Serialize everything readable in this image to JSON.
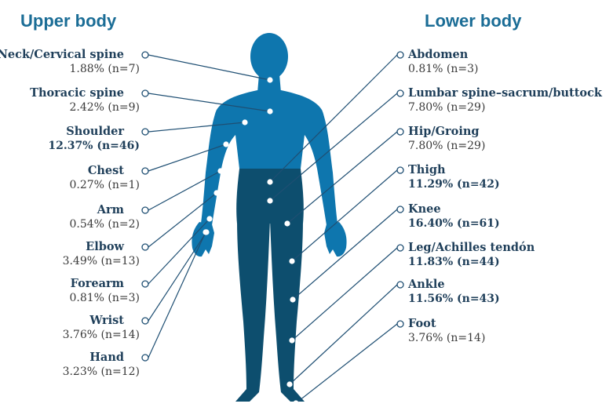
{
  "headings": {
    "upper": "Upper body",
    "lower": "Lower body"
  },
  "colors": {
    "heading": "#1b6d96",
    "torso": "#0e76ae",
    "legs": "#0d4e6e",
    "connector": "#1f4f73"
  },
  "upper_body": [
    {
      "label": "Neck/Cervical spine",
      "stat": "1.88% (n=7)",
      "emphasis": false
    },
    {
      "label": "Thoracic spine",
      "stat": "2.42% (n=9)",
      "emphasis": false
    },
    {
      "label": "Shoulder",
      "stat": "12.37% (n=46)",
      "emphasis": true
    },
    {
      "label": "Chest",
      "stat": "0.27% (n=1)",
      "emphasis": false
    },
    {
      "label": "Arm",
      "stat": "0.54% (n=2)",
      "emphasis": false
    },
    {
      "label": "Elbow",
      "stat": "3.49% (n=13)",
      "emphasis": false
    },
    {
      "label": "Forearm",
      "stat": "0.81% (n=3)",
      "emphasis": false
    },
    {
      "label": "Wrist",
      "stat": "3.76% (n=14)",
      "emphasis": false
    },
    {
      "label": "Hand",
      "stat": "3.23% (n=12)",
      "emphasis": false
    }
  ],
  "lower_body": [
    {
      "label": "Abdomen",
      "stat": "0.81% (n=3)",
      "emphasis": false
    },
    {
      "label": "Lumbar spine–sacrum/buttock",
      "stat": "7.80% (n=29)",
      "emphasis": false
    },
    {
      "label": "Hip/Groing",
      "stat": "7.80% (n=29)",
      "emphasis": false
    },
    {
      "label": "Thigh",
      "stat": "11.29% (n=42)",
      "emphasis": true
    },
    {
      "label": "Knee",
      "stat": "16.40% (n=61)",
      "emphasis": true
    },
    {
      "label": "Leg/Achilles tendón",
      "stat": "11.83% (n=44)",
      "emphasis": true
    },
    {
      "label": "Ankle",
      "stat": "11.56% (n=43)",
      "emphasis": true
    },
    {
      "label": "Foot",
      "stat": "3.76% (n=14)",
      "emphasis": false
    }
  ]
}
